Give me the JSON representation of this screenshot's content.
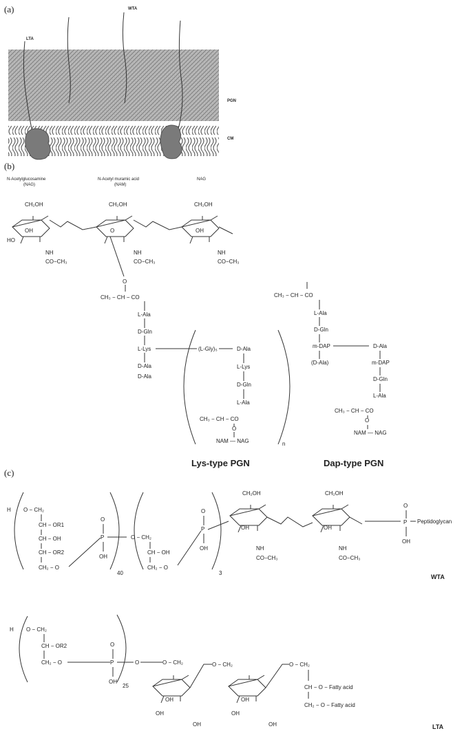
{
  "panel_a": {
    "label": "(a)",
    "wta": "WTA",
    "lta": "LTA",
    "pgn": "PGN",
    "cm": "CM"
  },
  "panel_b": {
    "label": "(b)",
    "nag_header": "N-Acetylglucosamine",
    "nag_header_abbr": "(NAG)",
    "nam_header": "N-Acetyl muramic acid",
    "nam_header_abbr": "(NAM)",
    "nag2_header": "NAG",
    "ring_ch2oh": "CH₂OH",
    "ring_oh": "OH",
    "ring_nh": "NH",
    "ring_coch3": "CO−CH₃",
    "ring_o": "O",
    "ring_ho": "HO",
    "lys_chain": [
      "CH₃ − CH − CO",
      "L-Ala",
      "D-Gln",
      "L-Lys",
      "D-Ala",
      "D-Ala"
    ],
    "lys_bridge": "(L-Gly)₅",
    "lys_repeat": [
      "D-Ala",
      "L-Lys",
      "D-Gln",
      "L-Ala",
      "CH₃ − CH − CO",
      "O",
      "NAM  —  NAG"
    ],
    "lys_n": "n",
    "dap_chain": [
      "CH₃ − CH − CO",
      "L-Ala",
      "D-Gln",
      "m-DAP",
      "(D-Ala)"
    ],
    "dap_right": [
      "D-Ala",
      "m-DAP",
      "D-Gln",
      "L-Ala",
      "CH₃ − CH − CO",
      "O",
      "NAM  —  NAG"
    ],
    "lys_title": "Lys-type PGN",
    "dap_title": "Dap-type PGN"
  },
  "panel_c": {
    "label": "(c)",
    "wta_left": [
      "H",
      "O − CH₂",
      "CH  − OR1",
      "CH  − OH",
      "CH  − OR2",
      "CH₂ − O"
    ],
    "wta_p": "P",
    "wta_p_o": "O",
    "wta_p_oh": "OH",
    "wta_n1": "40",
    "wta_mid": [
      "O − CH₂",
      "CH  − OH",
      "CH₂ − O"
    ],
    "wta_n2": "3",
    "peptidoglycan": "Peptidoglycan",
    "wta_title": "WTA",
    "lta_left": [
      "H",
      "O − CH₂",
      "CH  − OR2",
      "CH₂ − O"
    ],
    "lta_n": "25",
    "lta_glyc": [
      "O − CH₂",
      "CH  − O  − Fatty acid",
      "CH₂ − O  − Fatty acid"
    ],
    "lta_title": "LTA"
  }
}
